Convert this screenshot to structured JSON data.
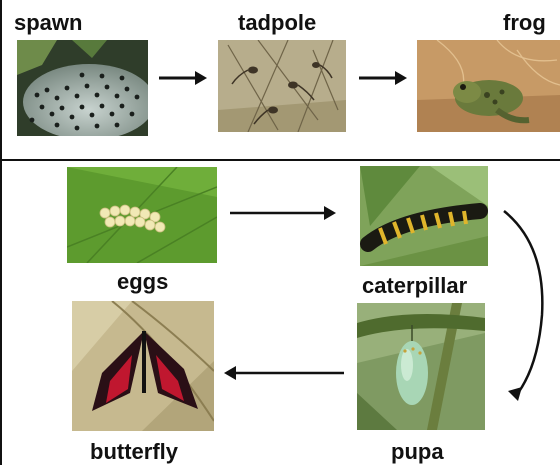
{
  "frog_cycle": {
    "stages": {
      "spawn": "spawn",
      "tadpole": "tadpole",
      "frog": "frog"
    }
  },
  "butterfly_cycle": {
    "stages": {
      "eggs": "eggs",
      "caterpillar": "caterpillar",
      "pupa": "pupa",
      "butterfly": "butterfly"
    }
  }
}
